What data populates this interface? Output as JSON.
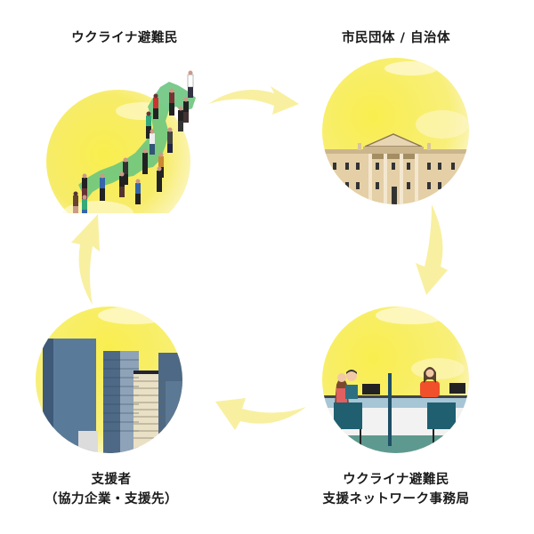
{
  "diagram": {
    "type": "cycle",
    "flow_direction": "clockwise",
    "nodes": [
      {
        "id": "refugees",
        "label_lines": [
          "ウクライナ避難民"
        ],
        "illustration": "japan-map-with-people"
      },
      {
        "id": "civic",
        "label_lines": [
          "市民団体 / 自治体"
        ],
        "illustration": "government-building"
      },
      {
        "id": "network",
        "label_lines": [
          "ウクライナ避難民",
          "支援ネットワーク事務局"
        ],
        "illustration": "office-reception-desk"
      },
      {
        "id": "supporters",
        "label_lines": [
          "支援者",
          "（協力企業・支援先）"
        ],
        "illustration": "city-skyscrapers"
      }
    ],
    "edges": [
      {
        "from": "refugees",
        "to": "civic",
        "icon": "curved-arrow-right-icon"
      },
      {
        "from": "civic",
        "to": "network",
        "icon": "curved-arrow-down-icon"
      },
      {
        "from": "network",
        "to": "supporters",
        "icon": "curved-arrow-left-icon"
      },
      {
        "from": "supporters",
        "to": "refugees",
        "icon": "curved-arrow-up-icon"
      }
    ],
    "colors": {
      "circle_yellow": "#f7ec5a",
      "arrow_yellow": "#f8f0a0",
      "map_green": "#6cc57f",
      "building_beige": "#e4cfa7",
      "skyscraper_blue": "#5a7a9a",
      "desk_teal": "#1f5f70"
    }
  }
}
